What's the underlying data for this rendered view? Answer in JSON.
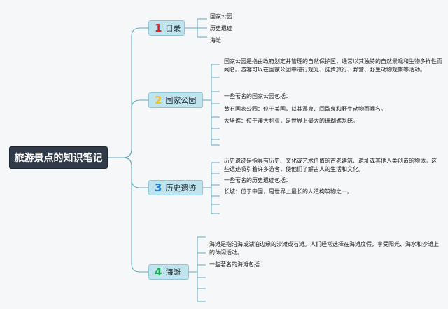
{
  "root": {
    "title": "旅游景点的知识笔记"
  },
  "branches": [
    {
      "num": "1",
      "num_color": "#e0242c",
      "label": "目录",
      "items": [
        "国家公园",
        "历史遗迹",
        "海滩"
      ]
    },
    {
      "num": "2",
      "num_color": "#f2c21a",
      "label": "国家公园",
      "items": [
        "国家公园是指由政府划定并管理的自然保护区，通常以其独特的自然景观和生物多样性而闻名。游客可以在国家公园中进行观光、徒步旅行、野营、野生动物观察等活动。",
        "一些著名的国家公园包括：",
        "黄石国家公园：位于美国，以其温泉、间歇泉和野生动物而闻名。",
        "大堡礁：位于澳大利亚，是世界上最大的珊瑚礁系统。"
      ]
    },
    {
      "num": "3",
      "num_color": "#1f7fd1",
      "label": "历史遗迹",
      "items": [
        "历史遗迹是指具有历史、文化或艺术价值的古老建筑、遗址或其他人类创造的物体。这些遗迹吸引着许多游客，使他们了解古人的生活和文化。",
        "一些著名的历史遗迹包括：",
        "长城：位于中国，是世界上最长的人造构筑物之一。"
      ]
    },
    {
      "num": "4",
      "num_color": "#1fae55",
      "label": "海滩",
      "items": [
        "海滩是指沿海或湖泊边缘的沙滩或石滩。人们经常选择在海滩度假，享受阳光、海水和沙滩上的休闲活动。",
        "一些著名的海滩包括："
      ]
    }
  ],
  "colors": {
    "connector": "#5fa8bd",
    "root_bg": "#303a48",
    "branch_bg": "#bfe4ee"
  }
}
